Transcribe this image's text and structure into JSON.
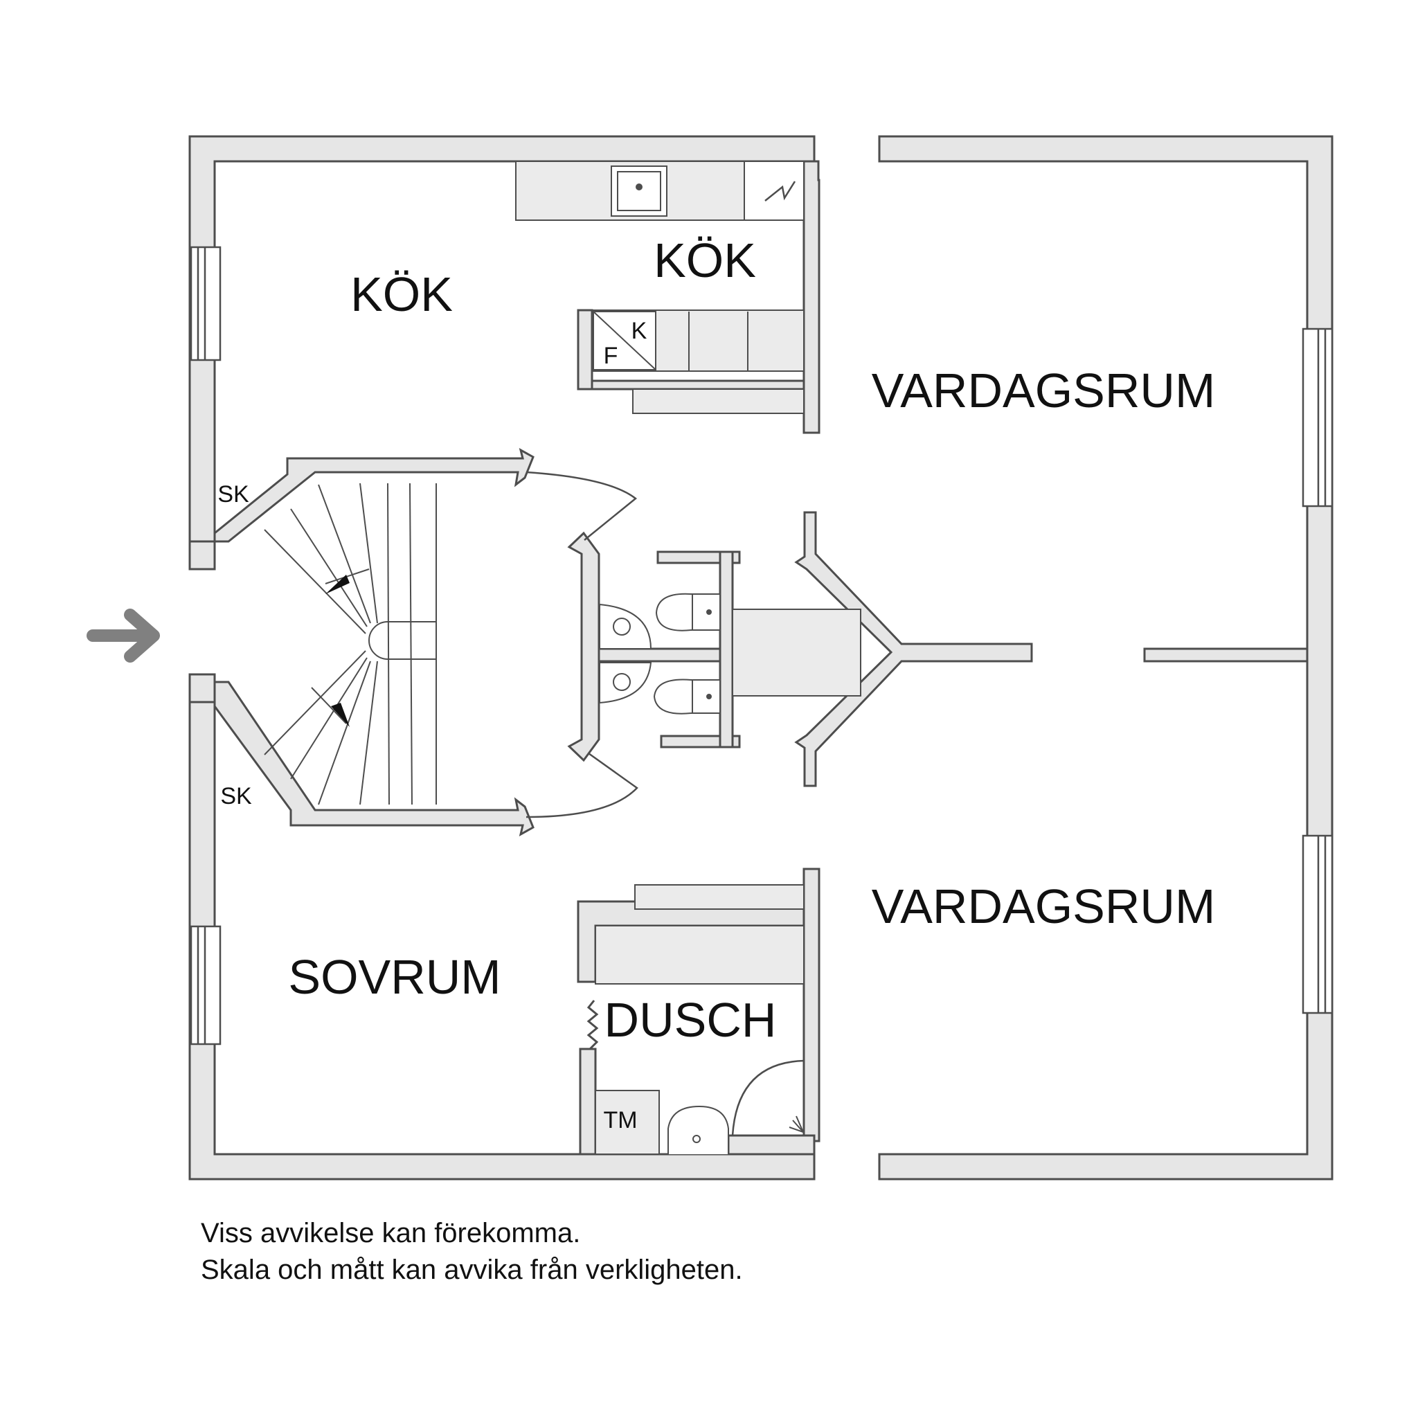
{
  "rooms": {
    "kok_large": "KÖK",
    "kok_small": "KÖK",
    "vardagsrum_top": "VARDAGSRUM",
    "vardagsrum_bottom": "VARDAGSRUM",
    "sovrum": "SOVRUM",
    "dusch": "DUSCH"
  },
  "fixtures": {
    "closet_top": "SK",
    "closet_bottom": "SK",
    "freezer": "F",
    "fridge": "K",
    "washer": "TM"
  },
  "notes": {
    "line1": "Viss avvikelse kan förekomma.",
    "line2": "Skala och mått kan avvika från verkligheten."
  },
  "colors": {
    "wall_fill": "#e6e6e6",
    "wall_stroke": "#4d4d4d",
    "fixture_fill": "#ebebeb",
    "entrance_arrow": "#808080"
  }
}
